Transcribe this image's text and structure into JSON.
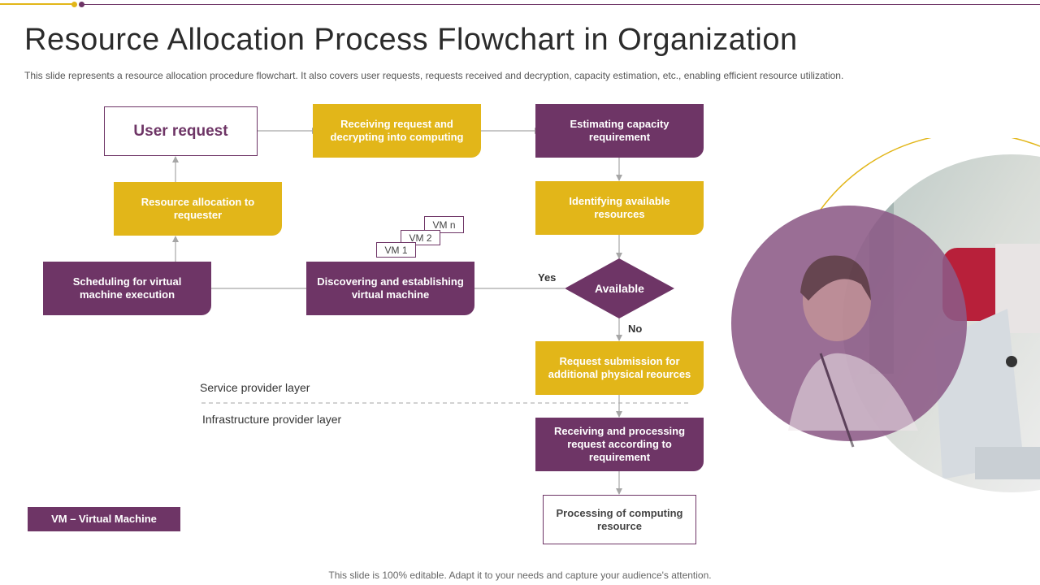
{
  "slide": {
    "title": "Resource Allocation Process Flowchart in Organization",
    "subtitle": "This slide represents a resource allocation procedure flowchart. It also covers user requests, requests received and decryption, capacity estimation, etc., enabling efficient resource utilization.",
    "footer": "This slide is 100% editable. Adapt it to your needs and capture your audience's attention."
  },
  "flow": {
    "user_request": "User request",
    "receiving_request": "Receiving request and decrypting into computing",
    "estimating_capacity": "Estimating capacity requirement",
    "identifying_resources": "Identifying available resources",
    "available": "Available",
    "yes": "Yes",
    "no": "No",
    "request_submission": "Request submission for additional physical reources",
    "receiving_processing": "Receiving and processing request according to requirement",
    "processing_computing": "Processing of computing resource",
    "discovering_vm": "Discovering and establishing virtual machine",
    "scheduling_vm": "Scheduling for virtual machine execution",
    "resource_allocation": "Resource allocation to requester",
    "vm_1": "VM 1",
    "vm_2": "VM 2",
    "vm_n": "VM n"
  },
  "layers": {
    "service": "Service provider layer",
    "infrastructure": "Infrastructure  provider layer"
  },
  "legend": {
    "vm": "VM – Virtual Machine"
  },
  "colors": {
    "purple": "#6e3566",
    "yellow": "#e2b619",
    "connector": "#a6a6a6"
  }
}
